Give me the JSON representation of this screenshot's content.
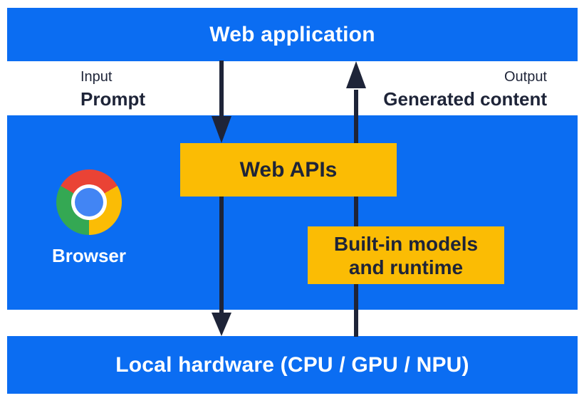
{
  "colors": {
    "panel_blue": "#0b6df2",
    "ink_dark": "#1e2438",
    "box_yellow": "#fbbc04",
    "text_white": "#ffffff",
    "chrome_red": "#ea4335",
    "chrome_yellow": "#fbbc05",
    "chrome_green": "#34a853",
    "chrome_blue": "#4285f4"
  },
  "top_bar": {
    "label": "Web application"
  },
  "io": {
    "input_title": "Input",
    "input_value": "Prompt",
    "output_title": "Output",
    "output_value": "Generated content"
  },
  "panel": {
    "browser_label": "Browser",
    "web_apis": "Web APIs",
    "builtin_line1": "Built-in models",
    "builtin_line2": "and runtime"
  },
  "bottom_bar": {
    "label": "Local hardware (CPU / GPU / NPU)"
  },
  "icons": {
    "chrome_logo": "chrome-browser-logo",
    "input_arrow": "arrow-down",
    "output_arrow": "arrow-up"
  }
}
